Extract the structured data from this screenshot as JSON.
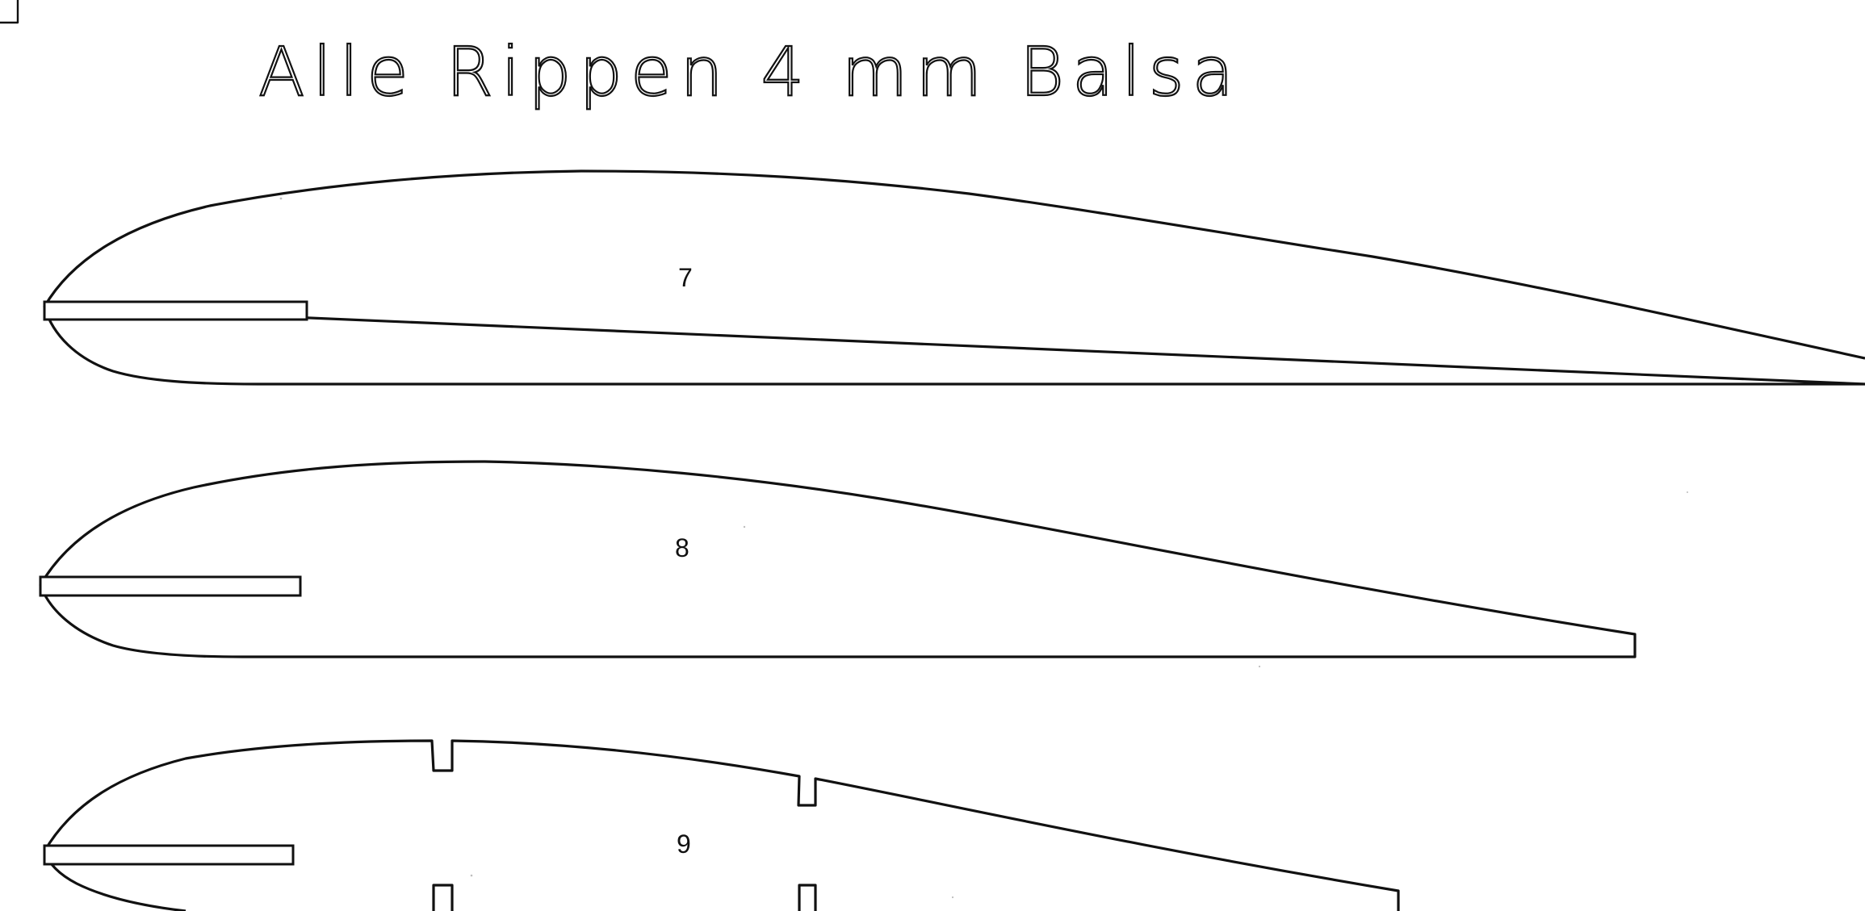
{
  "title": "Alle Rippen 4 mm Balsa",
  "ribs": [
    {
      "number": "7"
    },
    {
      "number": "8"
    },
    {
      "number": "9"
    }
  ]
}
